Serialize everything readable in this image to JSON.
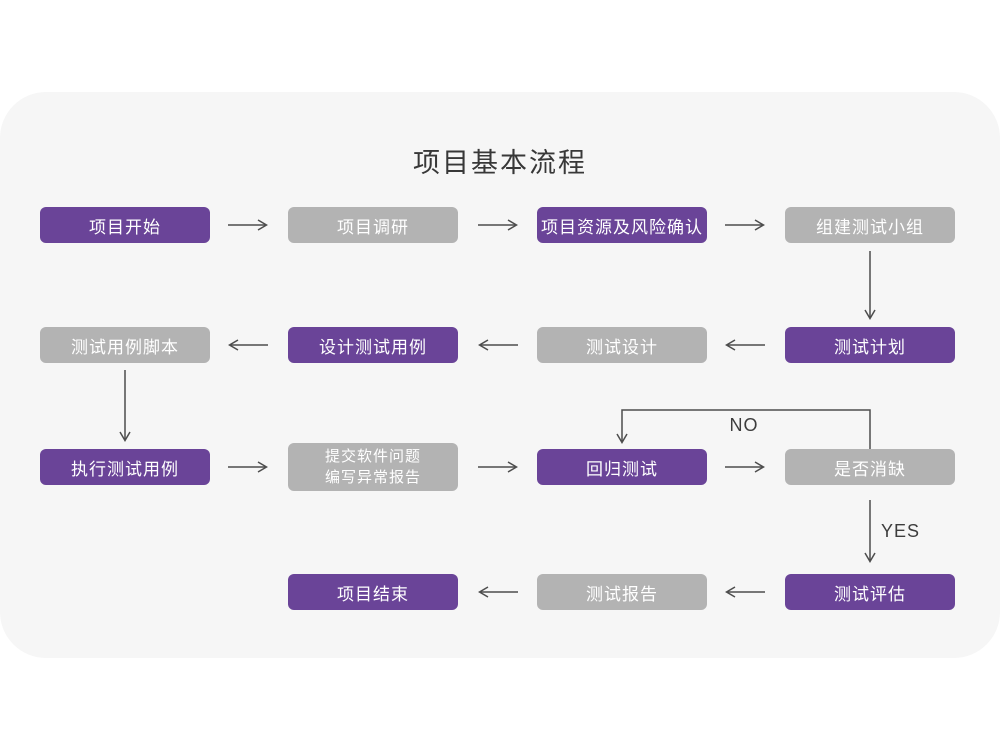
{
  "title": "项目基本流程",
  "colors": {
    "node_purple": "#6a4498",
    "node_gray": "#b3b3b3",
    "card_background": "#f6f6f6",
    "page_background": "#ffffff",
    "arrow": "#4d4d4d",
    "node_text": "#ffffff",
    "title_text": "#383838"
  },
  "labels": {
    "no": "NO",
    "yes": "YES"
  },
  "nodes": [
    {
      "id": "project-start",
      "label": "项目开始",
      "variant": "purple"
    },
    {
      "id": "project-research",
      "label": "项目调研",
      "variant": "gray"
    },
    {
      "id": "resources-risk-confirm",
      "label": "项目资源及风险确认",
      "variant": "purple"
    },
    {
      "id": "build-test-team",
      "label": "组建测试小组",
      "variant": "gray"
    },
    {
      "id": "test-plan",
      "label": "测试计划",
      "variant": "purple"
    },
    {
      "id": "test-design",
      "label": "测试设计",
      "variant": "gray"
    },
    {
      "id": "design-test-cases",
      "label": "设计测试用例",
      "variant": "purple"
    },
    {
      "id": "test-case-script",
      "label": "测试用例脚本",
      "variant": "gray"
    },
    {
      "id": "execute-test-cases",
      "label": "执行测试用例",
      "variant": "purple"
    },
    {
      "id": "submit-issues-report",
      "label": "提交软件问题\n编写异常报告",
      "variant": "gray"
    },
    {
      "id": "regression-test",
      "label": "回归测试",
      "variant": "purple"
    },
    {
      "id": "defect-cleared",
      "label": "是否消缺",
      "variant": "gray"
    },
    {
      "id": "test-evaluation",
      "label": "测试评估",
      "variant": "purple"
    },
    {
      "id": "test-report",
      "label": "测试报告",
      "variant": "gray"
    },
    {
      "id": "project-end",
      "label": "项目结束",
      "variant": "purple"
    }
  ],
  "edges": [
    {
      "from": "project-start",
      "to": "project-research",
      "label": ""
    },
    {
      "from": "project-research",
      "to": "resources-risk-confirm",
      "label": ""
    },
    {
      "from": "resources-risk-confirm",
      "to": "build-test-team",
      "label": ""
    },
    {
      "from": "build-test-team",
      "to": "test-plan",
      "label": ""
    },
    {
      "from": "test-plan",
      "to": "test-design",
      "label": ""
    },
    {
      "from": "test-design",
      "to": "design-test-cases",
      "label": ""
    },
    {
      "from": "design-test-cases",
      "to": "test-case-script",
      "label": ""
    },
    {
      "from": "test-case-script",
      "to": "execute-test-cases",
      "label": ""
    },
    {
      "from": "execute-test-cases",
      "to": "submit-issues-report",
      "label": ""
    },
    {
      "from": "submit-issues-report",
      "to": "regression-test",
      "label": ""
    },
    {
      "from": "regression-test",
      "to": "defect-cleared",
      "label": ""
    },
    {
      "from": "defect-cleared",
      "to": "regression-test",
      "label": "NO"
    },
    {
      "from": "defect-cleared",
      "to": "test-evaluation",
      "label": "YES"
    },
    {
      "from": "test-evaluation",
      "to": "test-report",
      "label": ""
    },
    {
      "from": "test-report",
      "to": "project-end",
      "label": ""
    }
  ]
}
